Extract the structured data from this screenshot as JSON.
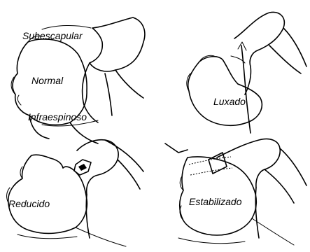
{
  "panels": [
    {
      "id": "normal",
      "title": "Normal",
      "labels": [
        "Subescapular",
        "Infraespinoso"
      ]
    },
    {
      "id": "luxado",
      "title": "Luxado",
      "labels": []
    },
    {
      "id": "reducido",
      "title": "Reducido",
      "labels": []
    },
    {
      "id": "estabilizado",
      "title": "Estabilizado",
      "labels": []
    }
  ]
}
